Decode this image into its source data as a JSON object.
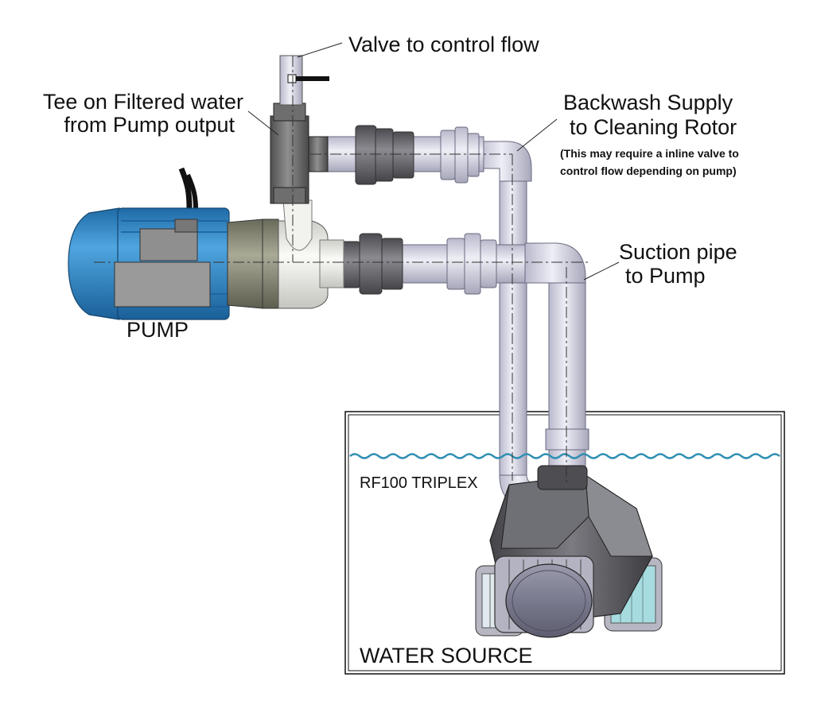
{
  "labels": {
    "valve": "Valve to control flow",
    "tee_line1": "Tee on Filtered water",
    "tee_line2": "from Pump output",
    "backwash_line1": "Backwash Supply",
    "backwash_line2": "to Cleaning Rotor",
    "note_line1": "(This may require a inline valve to",
    "note_line2": "control flow depending on pump)",
    "suction_line1": "Suction pipe",
    "suction_line2": "to Pump",
    "pump": "PUMP",
    "filter": "RF100 TRIPLEX",
    "water_source": "WATER SOURCE"
  },
  "colors": {
    "pipe": "#d6d6e6",
    "pipe_shadow": "#a9a9bd",
    "union_dark": "#6b6b6f",
    "union_light": "#e7e7ef",
    "tee": "#6f706f",
    "motor_blue": "#2f86c8",
    "motor_gray": "#8e8e8e",
    "pump_olive": "#7e7e6c",
    "pump_white": "#e9e9e4",
    "water_line": "#2f8fb3",
    "filter_body": "#5d5d62",
    "filter_mesh": "#9fd3d6"
  }
}
